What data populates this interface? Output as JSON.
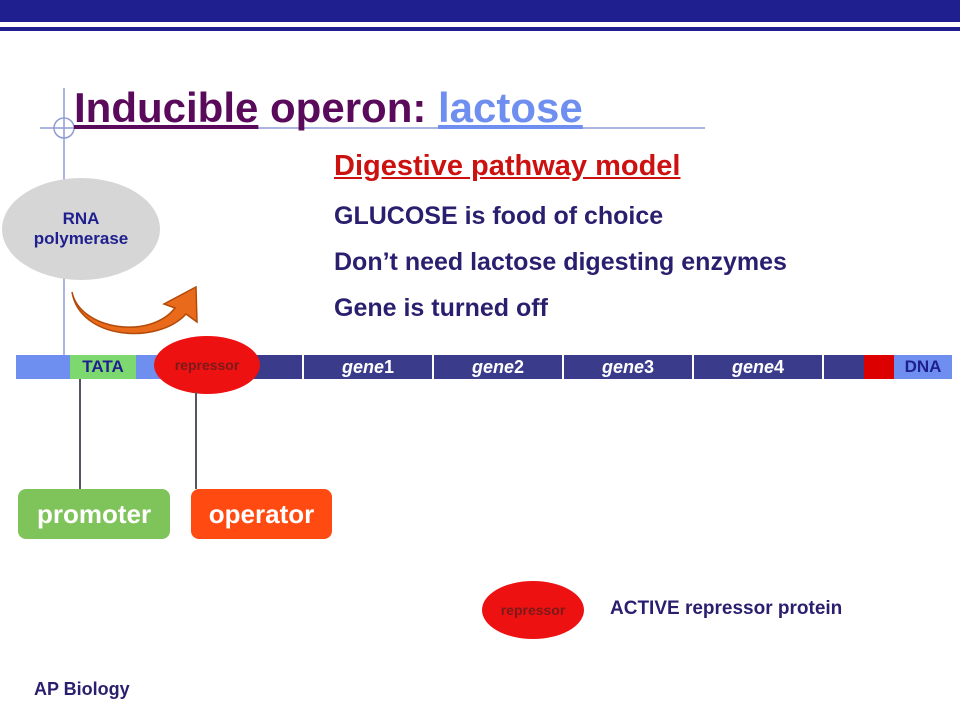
{
  "title": {
    "part1": "Inducible",
    "part2": " operon: ",
    "part3": "lactose"
  },
  "subtitle": "Digestive pathway model",
  "bullets": [
    "GLUCOSE is food of choice",
    "Don’t need lactose digesting enzymes",
    "Gene is turned off"
  ],
  "rna_polymerase": {
    "line1": "RNA",
    "line2": "polymerase"
  },
  "dna": {
    "tata": "TATA",
    "repressor": "repressor",
    "genes": [
      {
        "name": "gene",
        "num": "1"
      },
      {
        "name": "gene",
        "num": "2"
      },
      {
        "name": "gene",
        "num": "3"
      },
      {
        "name": "gene",
        "num": "4"
      }
    ],
    "dna_label": "DNA"
  },
  "labels": {
    "promoter": "promoter",
    "operator": "operator"
  },
  "legend": {
    "repressor": "repressor",
    "text": "ACTIVE repressor protein"
  },
  "footer": "AP Biology",
  "colors": {
    "bar": "#1f1f8f",
    "title": "#5a0a5a",
    "lactose": "#6f8ff0",
    "subtitle": "#cc1111",
    "text": "#2a1f6e",
    "repressor": "#ee1111",
    "promoter": "#7ec45a",
    "operator": "#ff4a12",
    "dna_dark": "#3b3b8c",
    "dna_light": "#6f8ff0",
    "tata": "#7ed870",
    "arrow": "#e86a1a"
  }
}
